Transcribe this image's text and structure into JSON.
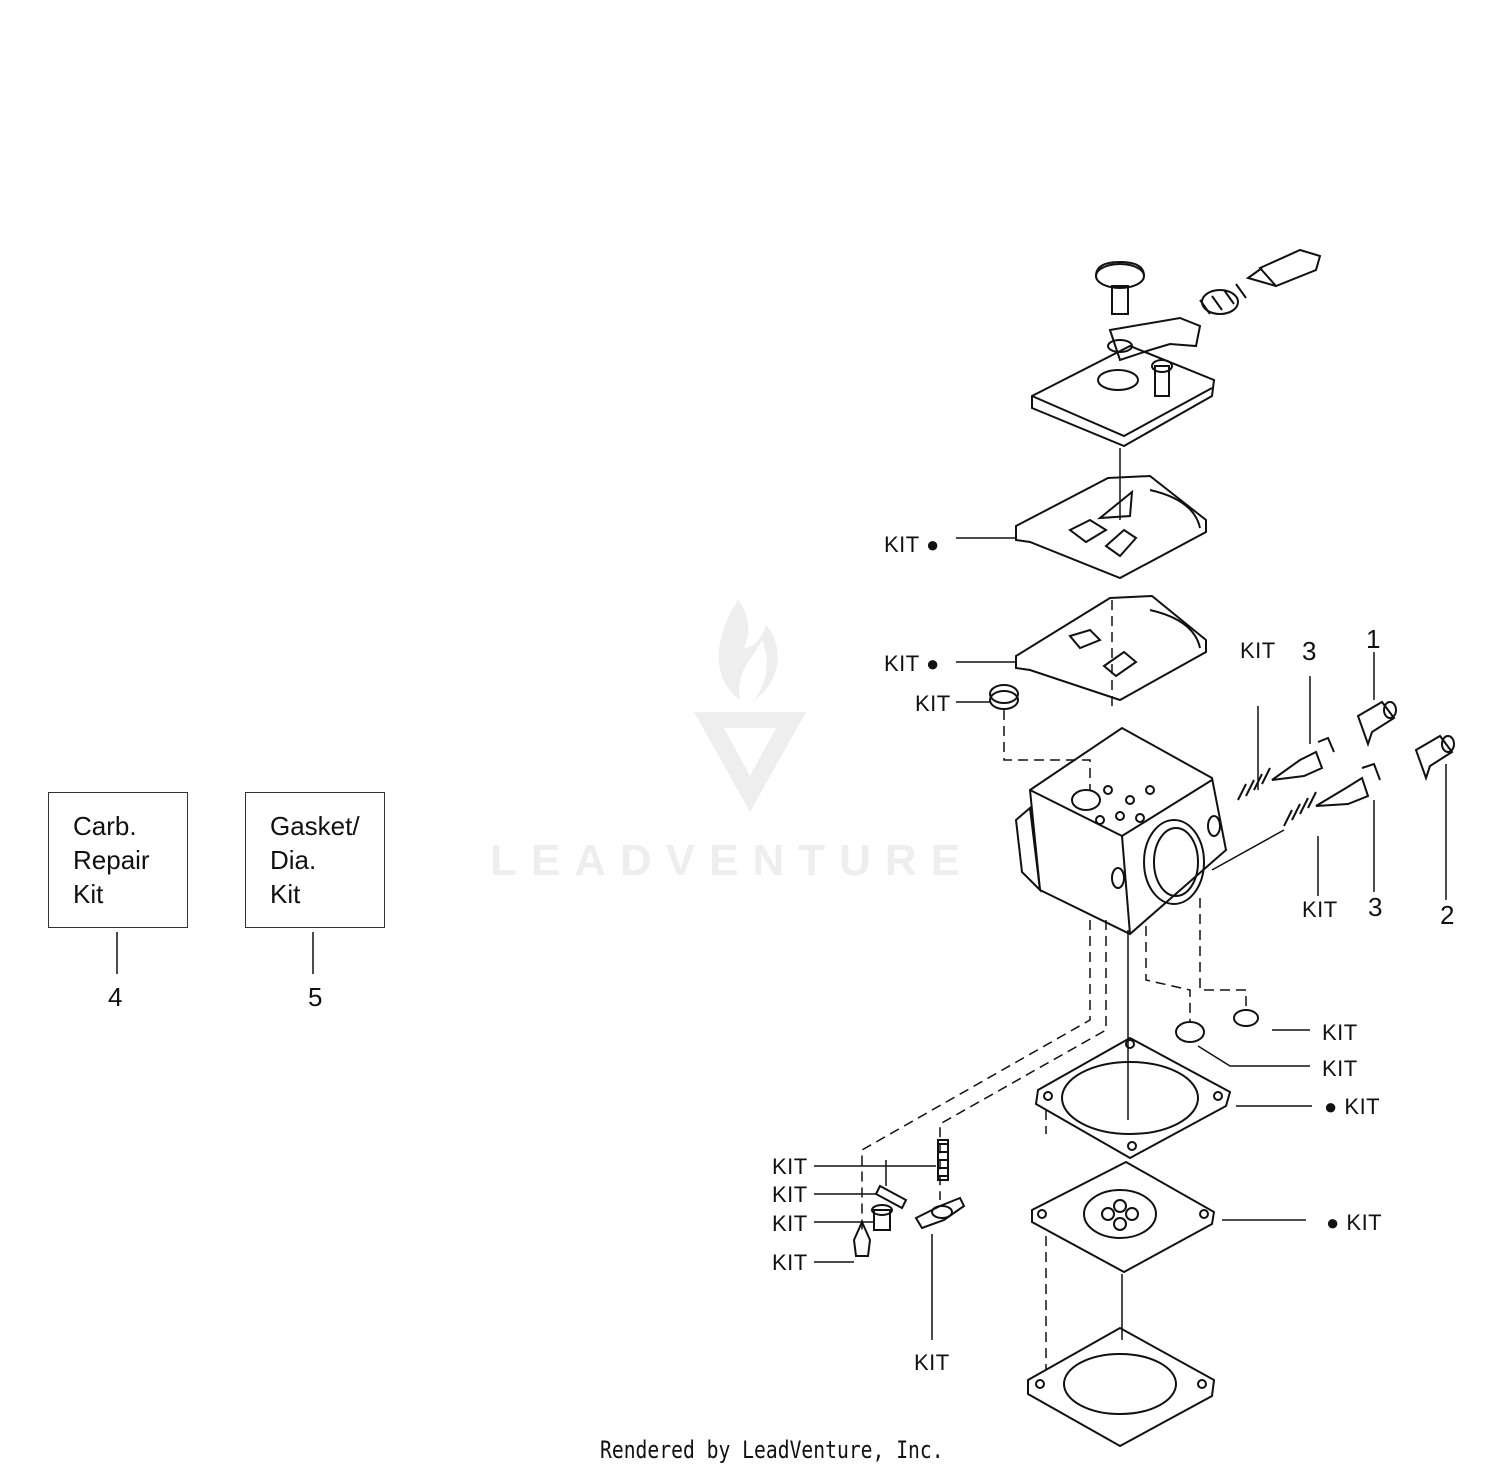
{
  "kit_boxes": [
    {
      "lines": [
        "Carb.",
        "Repair",
        "Kit"
      ],
      "ref": "4"
    },
    {
      "lines": [
        "Gasket/",
        "Dia.",
        "Kit"
      ],
      "ref": "5"
    }
  ],
  "callouts": {
    "kit": "KIT",
    "kit_dot": "KIT ●",
    "dot_kit": "● KIT",
    "n1": "1",
    "n2": "2",
    "n3": "3"
  },
  "watermark": "LEADVENTURE",
  "footer": "Rendered by LeadVenture, Inc."
}
